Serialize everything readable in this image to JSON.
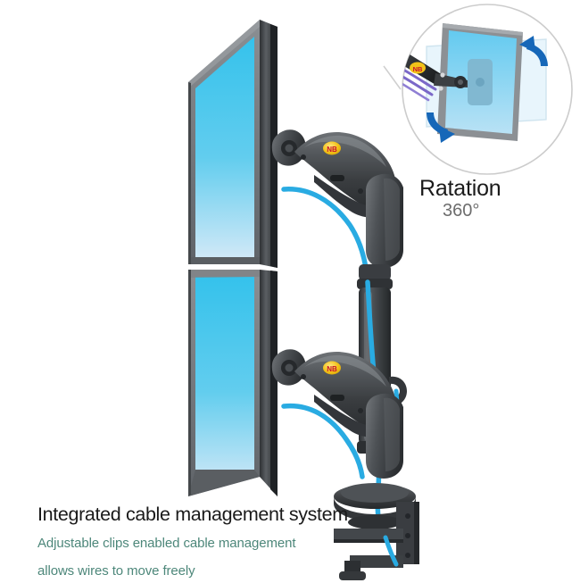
{
  "background_color": "#ffffff",
  "product": {
    "name": "dual-monitor-gas-spring-desk-mount",
    "brand_badge": "NB",
    "colors": {
      "arm_dark": "#3b3d40",
      "arm_mid": "#55585c",
      "arm_light": "#787c80",
      "cable_cyan": "#29abe2",
      "cable_purple": "#7b68c8",
      "badge_yellow": "#f2c218",
      "badge_red": "#c8102e",
      "bezel_gray": "#6e7276",
      "screen_top": "#3bc3ec",
      "screen_bottom": "#cfe8f7"
    },
    "monitors": [
      {
        "name": "upper-monitor",
        "orientation": "landscape-stacked"
      },
      {
        "name": "lower-monitor",
        "orientation": "landscape-stacked"
      }
    ],
    "arms": [
      {
        "name": "upper-gas-spring-arm"
      },
      {
        "name": "lower-gas-spring-arm"
      }
    ],
    "pole": {
      "name": "center-pole"
    },
    "base": {
      "name": "desk-c-clamp-base"
    }
  },
  "inset": {
    "name": "rotation-detail-circle",
    "border_color": "#c9c9c9",
    "arrow_color": "#1667b8",
    "screen_top": "#5ec8ef",
    "screen_bottom": "#b9e2f5",
    "ghost_color": "#dceef8",
    "vesa_plate_color": "#7fb6cf"
  },
  "rotation_label": {
    "title": "Ratation",
    "value": "360°",
    "title_color": "#1b1b1b",
    "value_color": "#6d6d6d"
  },
  "caption": {
    "headline": "Integrated cable management system",
    "line1": "Adjustable clips enabled cable management",
    "line2": "allows wires to move freely",
    "headline_color": "#1a1a1a",
    "sub_color": "#4d877a"
  }
}
